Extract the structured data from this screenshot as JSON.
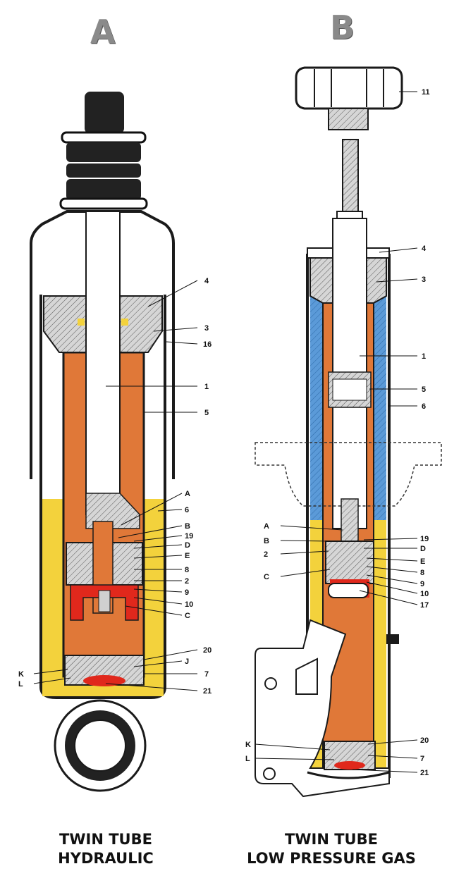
{
  "panel_a": {
    "letter": "A",
    "caption_line1": "TWIN TUBE",
    "caption_line2": "HYDRAULIC",
    "labels": [
      "4",
      "3",
      "16",
      "1",
      "5",
      "A",
      "6",
      "B",
      "19",
      "D",
      "E",
      "8",
      "2",
      "9",
      "10",
      "C",
      "20",
      "J",
      "K",
      "7",
      "L",
      "21"
    ]
  },
  "panel_b": {
    "letter": "B",
    "caption_line1": "TWIN TUBE",
    "caption_line2": "LOW PRESSURE GAS",
    "labels": [
      "11",
      "4",
      "3",
      "1",
      "5",
      "6",
      "A",
      "19",
      "B",
      "D",
      "2",
      "E",
      "8",
      "C",
      "9",
      "10",
      "17",
      "20",
      "K",
      "7",
      "L",
      "21"
    ]
  },
  "colors": {
    "oil": "#e07838",
    "oil_reserve": "#f3d23c",
    "gas": "#5b9ad8",
    "valve_red": "#e0281c",
    "metal_gray": "#c8c8c8",
    "outline": "#1a1a1a"
  }
}
